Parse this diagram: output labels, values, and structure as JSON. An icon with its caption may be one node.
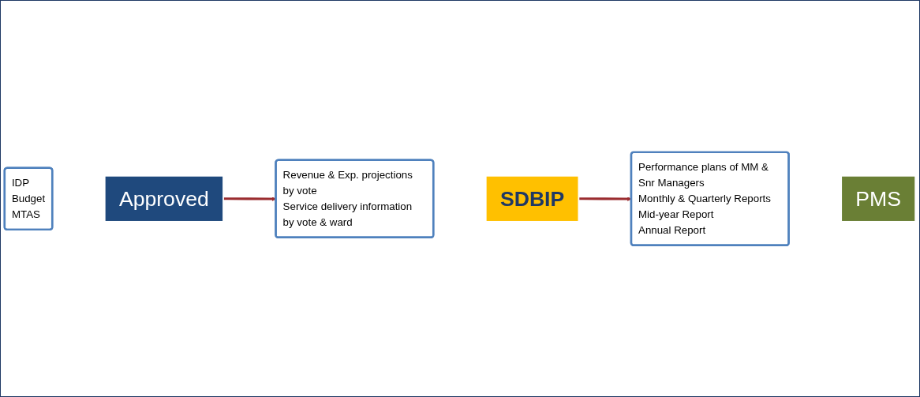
{
  "diagram": {
    "nodes": [
      {
        "text": [
          "IDP",
          "Budget",
          "MTAS"
        ]
      },
      {
        "text": [
          "Approved"
        ]
      },
      {
        "text": [
          "Revenue & Exp. projections by vote",
          "Service delivery information by vote & ward"
        ]
      },
      {
        "text": [
          "SDBIP"
        ]
      },
      {
        "text": [
          "Performance plans of MM & Snr Managers",
          "Monthly & Quarterly Reports",
          "Mid-year Report",
          "Annual Report"
        ]
      },
      {
        "text": [
          "PMS"
        ]
      }
    ],
    "edges": [
      {
        "from": 1,
        "to": 2,
        "arrow": "to"
      },
      {
        "from": 3,
        "to": 4,
        "arrow": "to"
      }
    ]
  }
}
